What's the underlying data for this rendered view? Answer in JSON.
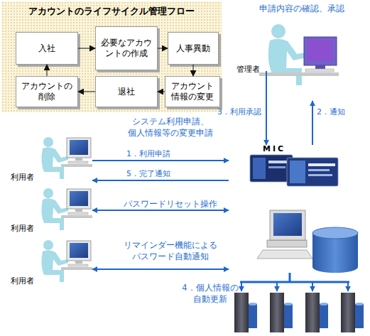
{
  "diagram": {
    "nodes": [
      {
        "text": [
          "アカウントのライフサイクル管理フロー"
        ]
      },
      {
        "text": [
          "入社"
        ],
        "in": 0
      },
      {
        "text": [
          "必要なアカウントの作成"
        ],
        "in": 0
      },
      {
        "text": [
          "人事異動"
        ],
        "in": 0
      },
      {
        "text": [
          "アカウントの削除"
        ],
        "in": 0
      },
      {
        "text": [
          "退社"
        ],
        "in": 0
      },
      {
        "text": [
          "アカウント情報の変更"
        ],
        "in": 0
      },
      {
        "text": [
          "管理者"
        ]
      },
      {
        "text": [
          "利用者"
        ]
      },
      {
        "text": [
          "MIC"
        ]
      },
      {
        "text": [
          "利用者"
        ]
      },
      {
        "text": [
          "利用者"
        ]
      }
    ],
    "edges": [
      {
        "from": 1,
        "to": 2,
        "arrow": "to"
      },
      {
        "from": 2,
        "to": 3,
        "arrow": "to"
      },
      {
        "from": 3,
        "to": 6,
        "arrow": "to"
      },
      {
        "from": 6,
        "to": 5,
        "arrow": "to"
      },
      {
        "from": 5,
        "to": 4,
        "arrow": "to"
      },
      {
        "from": 4,
        "to": 1,
        "arrow": "to"
      },
      {
        "from": 8,
        "to": 9,
        "label": "1．利用申請",
        "arrow": "to"
      },
      {
        "from": 9,
        "to": 7,
        "label": "2．通知",
        "arrow": "to"
      },
      {
        "from": 7,
        "to": 9,
        "label": "3．利用承認",
        "arrow": "to"
      },
      {
        "from": 9,
        "to": 8,
        "label": "5．完了通知",
        "arrow": "to"
      }
    ],
    "labels": [
      "申請内容の確認、承認",
      "システム利用申請、 個人情報等の変更申請",
      "パスワードリセット操作",
      "リマインダー機能による パスワード自動通知",
      "4．個人情報の 自動更新"
    ]
  }
}
